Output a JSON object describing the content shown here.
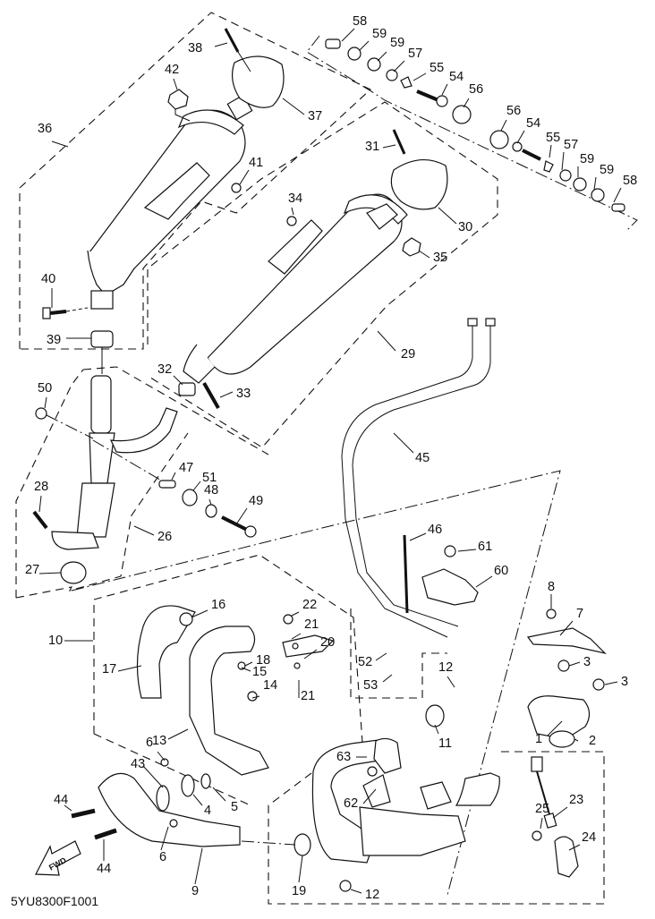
{
  "diagram": {
    "title": "Exhaust system exploded parts diagram",
    "drawing_code": "5YU8300F1001",
    "direction_arrow": "FWD",
    "callouts": [
      {
        "id": "c1",
        "number": "1"
      },
      {
        "id": "c2",
        "number": "2"
      },
      {
        "id": "c3a",
        "number": "3"
      },
      {
        "id": "c3b",
        "number": "3"
      },
      {
        "id": "c4",
        "number": "4"
      },
      {
        "id": "c5",
        "number": "5"
      },
      {
        "id": "c6a",
        "number": "6"
      },
      {
        "id": "c6b",
        "number": "6"
      },
      {
        "id": "c7",
        "number": "7"
      },
      {
        "id": "c8",
        "number": "8"
      },
      {
        "id": "c9",
        "number": "9"
      },
      {
        "id": "c10",
        "number": "10"
      },
      {
        "id": "c11",
        "number": "11"
      },
      {
        "id": "c12a",
        "number": "12"
      },
      {
        "id": "c12b",
        "number": "12"
      },
      {
        "id": "c13",
        "number": "13"
      },
      {
        "id": "c14",
        "number": "14"
      },
      {
        "id": "c15",
        "number": "15"
      },
      {
        "id": "c16",
        "number": "16"
      },
      {
        "id": "c17",
        "number": "17"
      },
      {
        "id": "c18",
        "number": "18"
      },
      {
        "id": "c19",
        "number": "19"
      },
      {
        "id": "c20",
        "number": "20"
      },
      {
        "id": "c21a",
        "number": "21"
      },
      {
        "id": "c21b",
        "number": "21"
      },
      {
        "id": "c22",
        "number": "22"
      },
      {
        "id": "c23",
        "number": "23"
      },
      {
        "id": "c24",
        "number": "24"
      },
      {
        "id": "c25",
        "number": "25"
      },
      {
        "id": "c26",
        "number": "26"
      },
      {
        "id": "c27",
        "number": "27"
      },
      {
        "id": "c28",
        "number": "28"
      },
      {
        "id": "c29",
        "number": "29"
      },
      {
        "id": "c30",
        "number": "30"
      },
      {
        "id": "c31",
        "number": "31"
      },
      {
        "id": "c32",
        "number": "32"
      },
      {
        "id": "c33",
        "number": "33"
      },
      {
        "id": "c34",
        "number": "34"
      },
      {
        "id": "c35",
        "number": "35"
      },
      {
        "id": "c36",
        "number": "36"
      },
      {
        "id": "c37",
        "number": "37"
      },
      {
        "id": "c38",
        "number": "38"
      },
      {
        "id": "c39",
        "number": "39"
      },
      {
        "id": "c40",
        "number": "40"
      },
      {
        "id": "c41",
        "number": "41"
      },
      {
        "id": "c42",
        "number": "42"
      },
      {
        "id": "c43",
        "number": "43"
      },
      {
        "id": "c44a",
        "number": "44"
      },
      {
        "id": "c44b",
        "number": "44"
      },
      {
        "id": "c45",
        "number": "45"
      },
      {
        "id": "c46",
        "number": "46"
      },
      {
        "id": "c47",
        "number": "47"
      },
      {
        "id": "c48",
        "number": "48"
      },
      {
        "id": "c49",
        "number": "49"
      },
      {
        "id": "c50",
        "number": "50"
      },
      {
        "id": "c51",
        "number": "51"
      },
      {
        "id": "c52",
        "number": "52"
      },
      {
        "id": "c53",
        "number": "53"
      },
      {
        "id": "c54a",
        "number": "54"
      },
      {
        "id": "c54b",
        "number": "54"
      },
      {
        "id": "c55a",
        "number": "55"
      },
      {
        "id": "c55b",
        "number": "55"
      },
      {
        "id": "c56a",
        "number": "56"
      },
      {
        "id": "c56b",
        "number": "56"
      },
      {
        "id": "c57a",
        "number": "57"
      },
      {
        "id": "c57b",
        "number": "57"
      },
      {
        "id": "c58a",
        "number": "58"
      },
      {
        "id": "c58b",
        "number": "58"
      },
      {
        "id": "c59a",
        "number": "59"
      },
      {
        "id": "c59b",
        "number": "59"
      },
      {
        "id": "c59c",
        "number": "59"
      },
      {
        "id": "c59d",
        "number": "59"
      },
      {
        "id": "c60",
        "number": "60"
      },
      {
        "id": "c61",
        "number": "61"
      },
      {
        "id": "c62",
        "number": "62"
      },
      {
        "id": "c63",
        "number": "63"
      }
    ]
  }
}
